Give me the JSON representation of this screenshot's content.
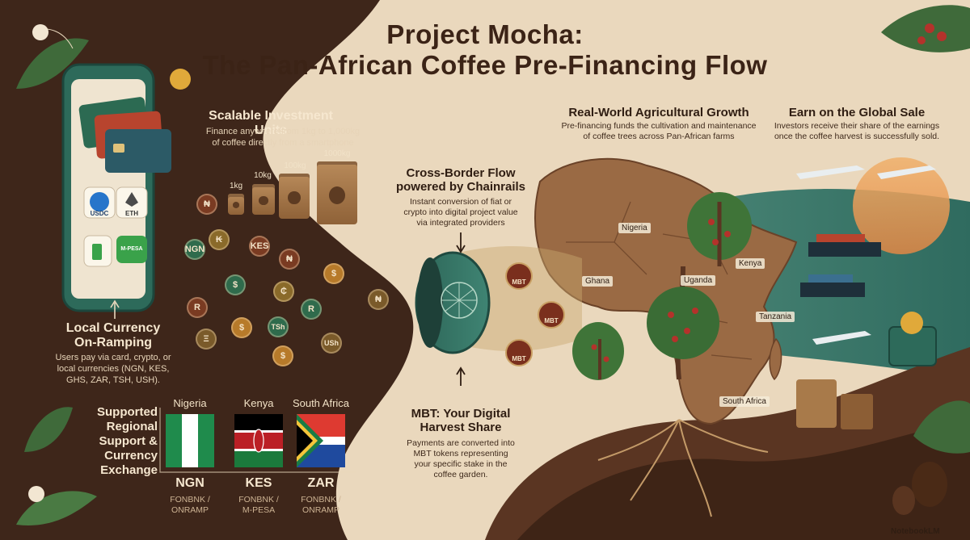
{
  "title": {
    "line1": "Project Mocha:",
    "line2": "The Pan-African Coffee Pre-Financing Flow"
  },
  "investment": {
    "heading": "Scalable Investment Units",
    "body1": "Finance anywhere from 1kg to 1,000kg",
    "body2": "of coffee directly from a smartphone",
    "bags": [
      "1kg",
      "10kg",
      "100kg",
      "1000kg"
    ]
  },
  "onramp": {
    "heading1": "Local Currency",
    "heading2": "On-Ramping",
    "body1": "Users pay via card, crypto, or",
    "body2": "local currencies (NGN, KES,",
    "body3": "GHS, ZAR, TSH, USH)."
  },
  "phone": {
    "apps": [
      "USDC",
      "ETH",
      "M-PESA"
    ]
  },
  "coins": [
    "₦",
    "₦",
    "NGN",
    "KES",
    "₭",
    "$",
    "₵",
    "$",
    "R",
    "R",
    "TSh",
    "₦",
    "$",
    "USh",
    "Ξ",
    "$"
  ],
  "regional": {
    "heading1": "Supported",
    "heading2": "Regional",
    "heading3": "Support &",
    "heading4": "Currency",
    "heading5": "Exchange",
    "countries": [
      {
        "name": "Nigeria",
        "code": "NGN",
        "provider1": "FONBNK /",
        "provider2": "ONRAMP"
      },
      {
        "name": "Kenya",
        "code": "KES",
        "provider1": "FONBNK /",
        "provider2": "M-PESA"
      },
      {
        "name": "South Africa",
        "code": "ZAR",
        "provider1": "FONBNK /",
        "provider2": "ONRAMP"
      }
    ]
  },
  "crossborder": {
    "heading1": "Cross-Border Flow",
    "heading2": "powered by Chainrails",
    "body1": "Instant conversion of fiat or",
    "body2": "crypto into digital project value",
    "body3": "via integrated providers"
  },
  "mbt": {
    "token": "MBT",
    "heading1": "MBT: Your Digital",
    "heading2": "Harvest Share",
    "body1": "Payments are converted into",
    "body2": "MBT tokens representing",
    "body3": "your specific stake in the",
    "body4": "coffee garden."
  },
  "growth": {
    "heading": "Real-World Agricultural Growth",
    "body1": "Pre-financing funds the cultivation and maintenance",
    "body2": "of coffee trees across Pan-African farms"
  },
  "earn": {
    "heading": "Earn on the Global Sale",
    "body1": "Investors receive their share of the earnings",
    "body2": "once the coffee harvest is successfully sold."
  },
  "map_labels": [
    "Nigeria",
    "Ghana",
    "Uganda",
    "Kenya",
    "Tanzania",
    "South Africa"
  ],
  "branding": {
    "logo": "NotebookLM"
  },
  "colors": {
    "dark_brown": "#3e261a",
    "cream": "#ead8bd",
    "teal": "#2f6b5a",
    "coffee_red": "#b4322b"
  }
}
